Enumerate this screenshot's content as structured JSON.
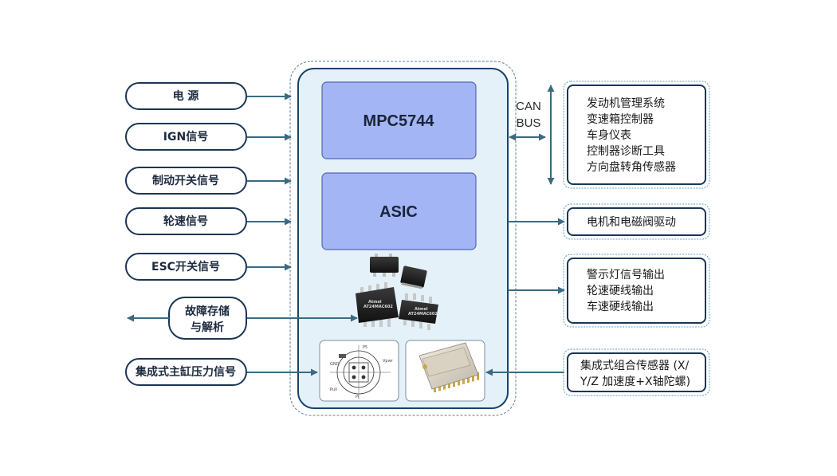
{
  "inputs": [
    {
      "label": "电 源"
    },
    {
      "label": "IGN信号"
    },
    {
      "label": "制动开关信号"
    },
    {
      "label": "轮速信号"
    },
    {
      "label": "ESC开关信号"
    },
    {
      "label_line1": "故障存储",
      "label_line2": "与解析"
    },
    {
      "label": "集成式主缸压力信号"
    }
  ],
  "core": {
    "mcu": "MPC5744",
    "asic": "ASIC",
    "eeprom_marking": {
      "line1": "Atmel",
      "line2": "AT24MAC602"
    },
    "sensor_labels": [
      "P5",
      "GND",
      "Vpwr",
      "Pull",
      "PI"
    ]
  },
  "can_bus": {
    "line1": "CAN",
    "line2": "BUS"
  },
  "outputs": {
    "can_nodes": [
      "发动机管理系统",
      "变速箱控制器",
      "车身仪表",
      "控制器诊断工具",
      "方向盘转角传感器"
    ],
    "motor": "电机和电磁阀驱动",
    "signals": [
      "警示灯信号输出",
      "轮速硬线输出",
      "车速硬线输出"
    ],
    "imu_line1": "集成式组合传感器 (X/",
    "imu_line2": "Y/Z 加速度+X轴陀螺)"
  },
  "colors": {
    "arrow": "#3b6a82",
    "panel": "#e4f1f8",
    "panel_border": "#16436a",
    "chip": "#a3b5f4",
    "chip_border": "#5666b4"
  }
}
